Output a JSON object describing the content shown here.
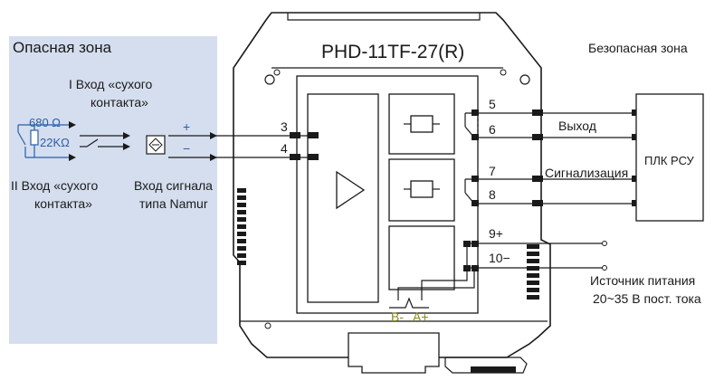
{
  "diagram": {
    "hazard_zone_label": "Опасная зона",
    "safe_zone_label": "Безопасная зона",
    "device_model": "PHD-11TF-27(R)",
    "input1_label_line1": "I Вход «сухого",
    "input1_label_line2": "контакта»",
    "input2_label_line1": "II Вход «сухого",
    "input2_label_line2": "контакта»",
    "namur_label_line1": "Вход сигнала",
    "namur_label_line2": "типа Namur",
    "resistor1_value": "680 Ω",
    "resistor2_value": "22KΩ",
    "plus_sign": "+",
    "minus_sign": "−",
    "terminal_3": "3",
    "terminal_4": "4",
    "terminal_5": "5",
    "terminal_6": "6",
    "terminal_7": "7",
    "terminal_8": "8",
    "terminal_9": "9+",
    "terminal_10": "10−",
    "output_label": "Выход",
    "alarm_label": "Сигнализация",
    "plc_label": "ПЛК РСУ",
    "power_label_line1": "Источник питания",
    "power_label_line2": "20~35 В пост. тока",
    "bus_b_label": "B-",
    "bus_a_label": "A+",
    "colors": {
      "hazard_zone_bg": "#d5deee",
      "blue_accent": "#2a5fa8",
      "bus_labels": "#8a8a1a"
    }
  }
}
